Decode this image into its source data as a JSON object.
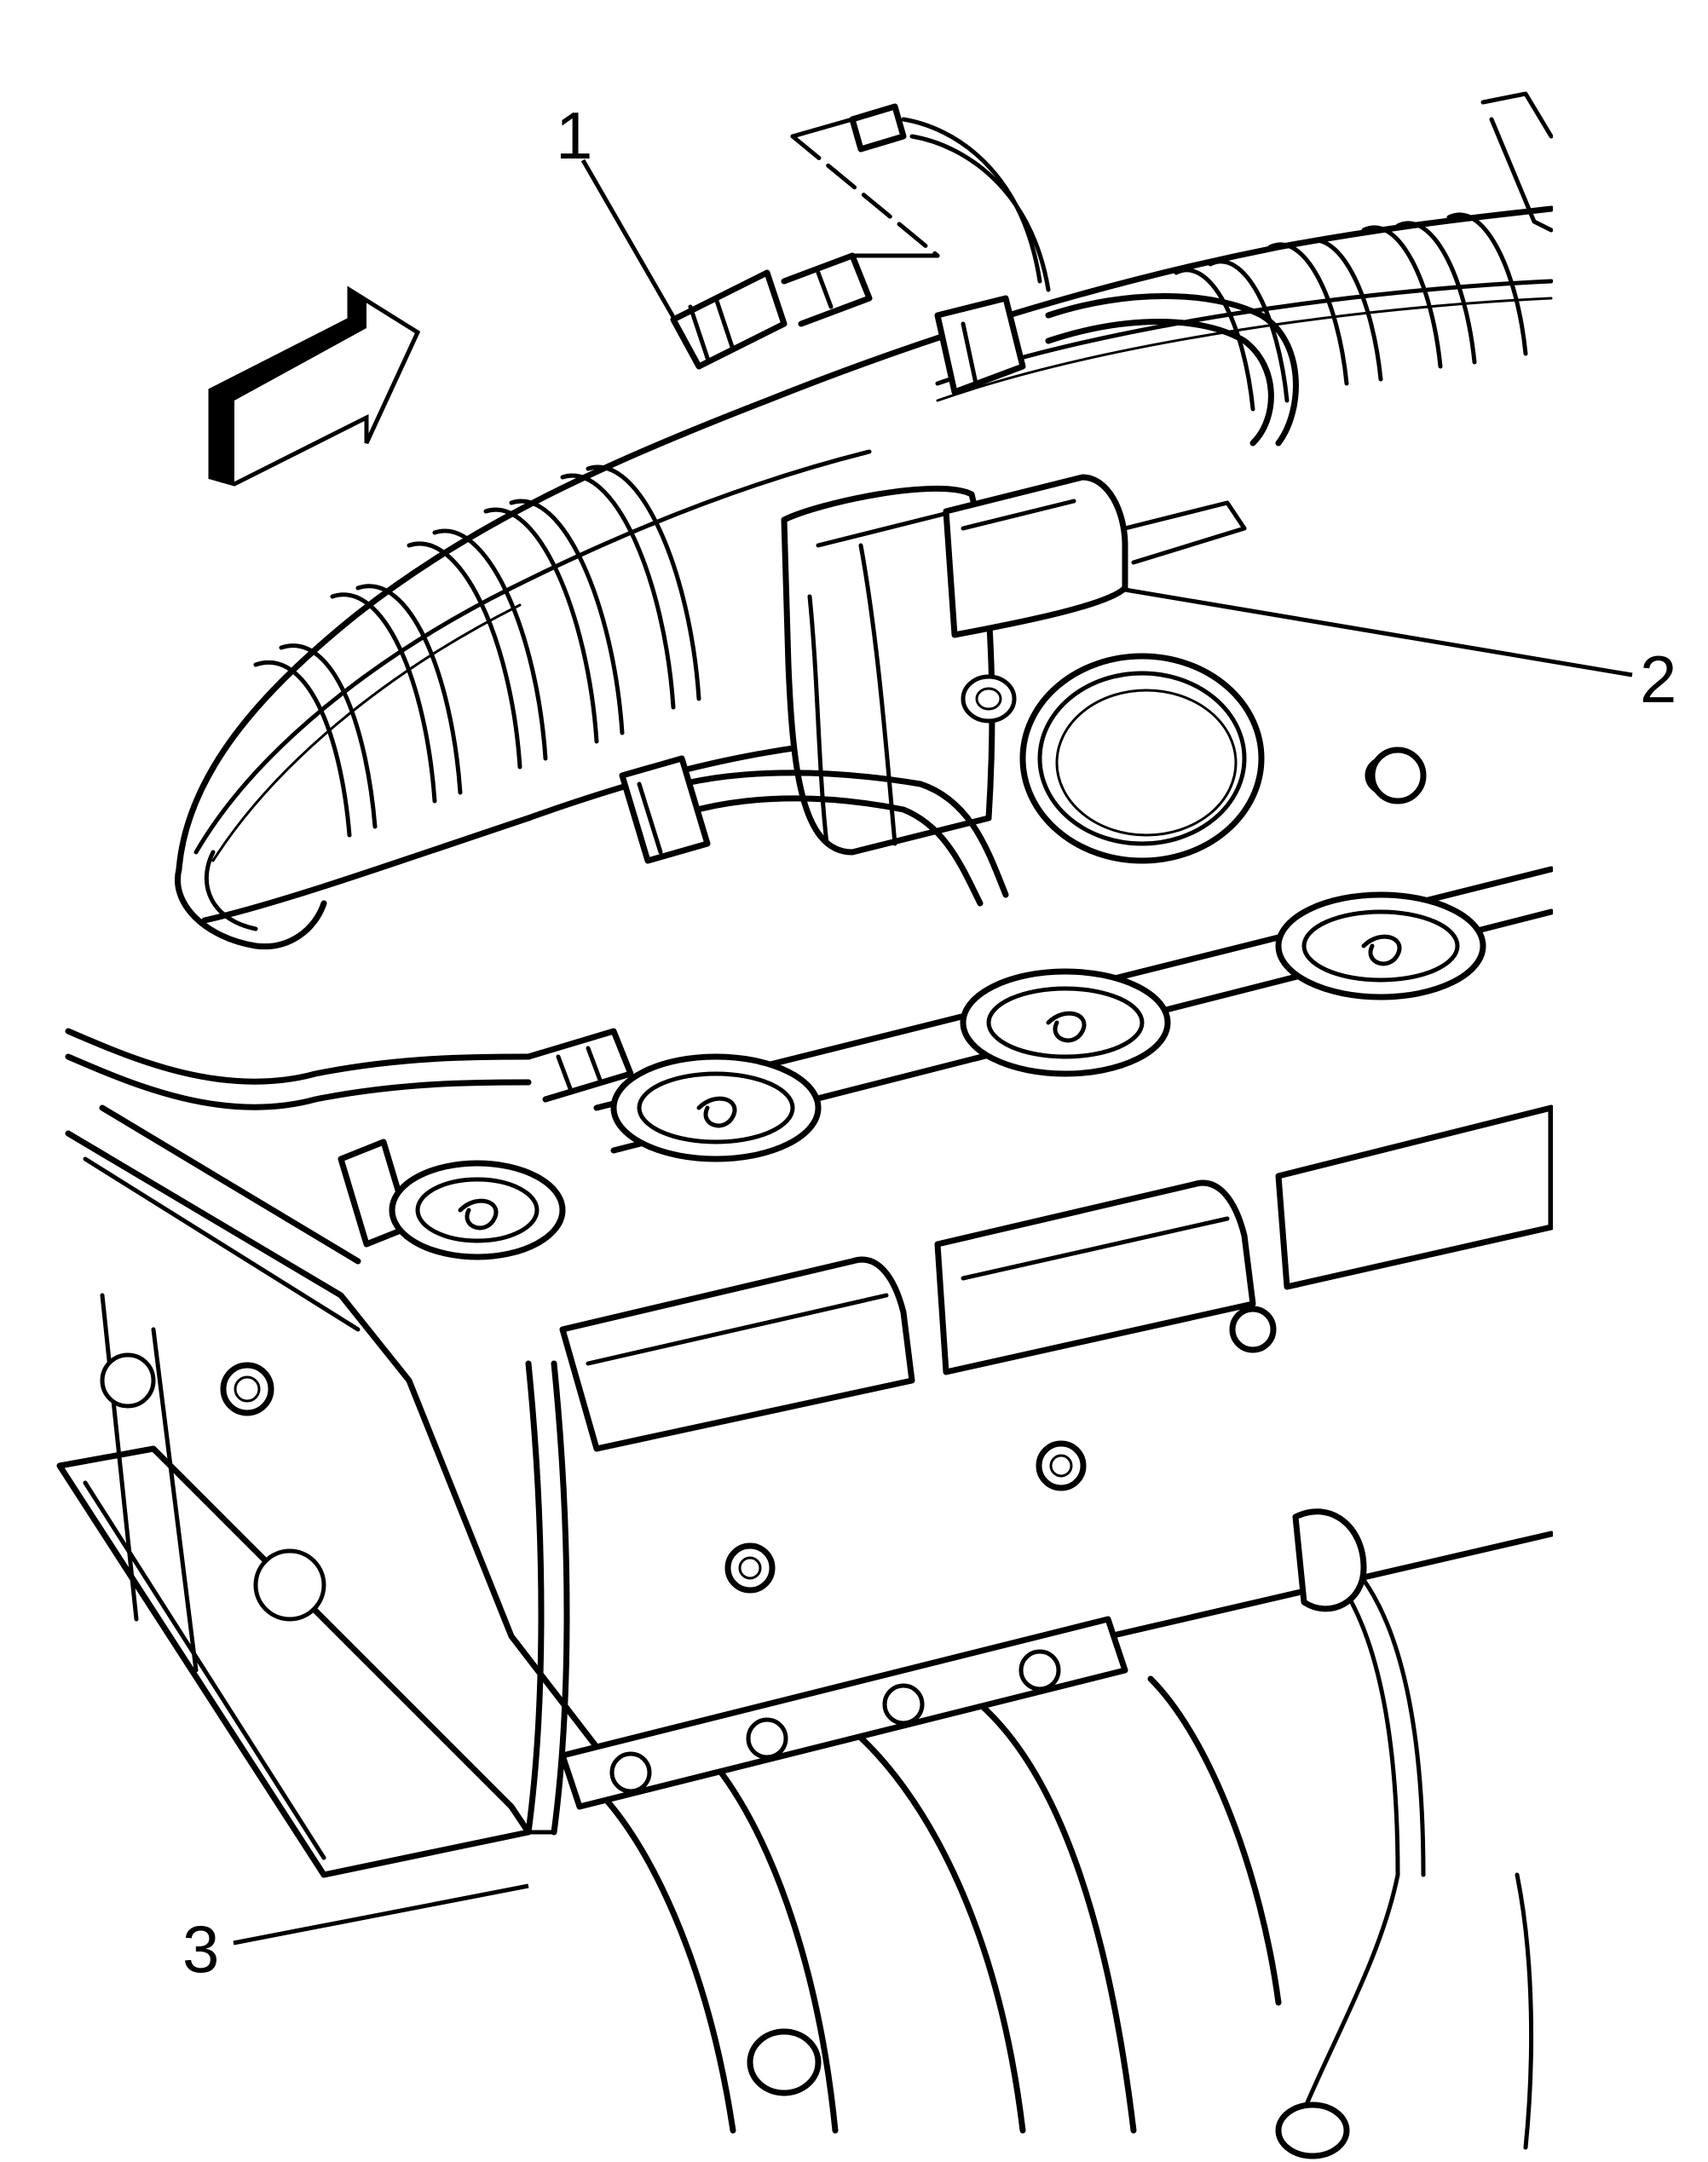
{
  "figure": {
    "type": "technical service illustration",
    "style": "black line art on white",
    "colors": {
      "line": "#000000",
      "background": "#ffffff"
    },
    "subject": "engine intake manifold, throttle body and cam cover with wiring harness",
    "direction_arrow": {
      "icon": "front-direction-arrow-icon",
      "points": "up-right"
    }
  },
  "callouts": [
    {
      "id": "1",
      "label": "1"
    },
    {
      "id": "2",
      "label": "2"
    },
    {
      "id": "3",
      "label": "3"
    }
  ]
}
